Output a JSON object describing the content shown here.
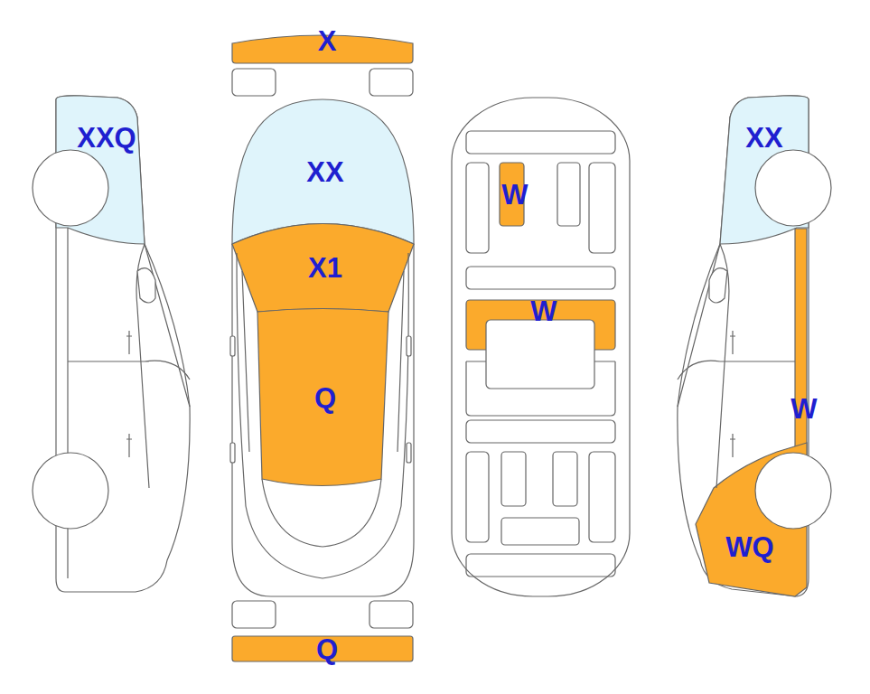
{
  "diagram": {
    "labels": [
      "X",
      "XXQ",
      "XX",
      "X1",
      "Q",
      "W",
      "W",
      "XX",
      "W",
      "WQ",
      "Q"
    ]
  }
}
